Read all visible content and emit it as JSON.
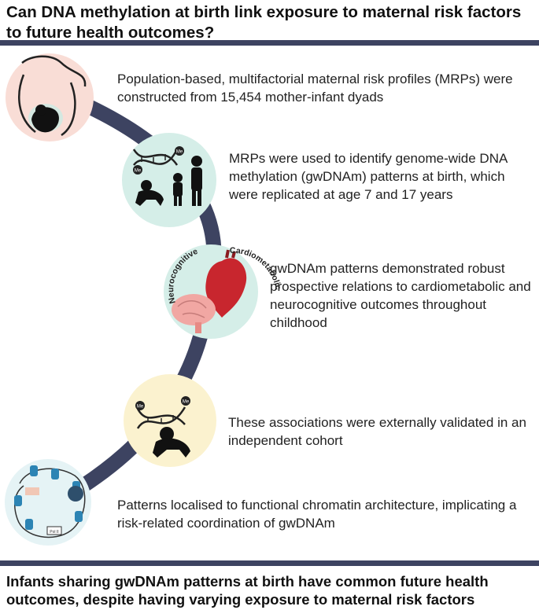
{
  "title": "Can DNA methylation at birth link exposure to maternal risk factors to future health outcomes?",
  "steps": [
    {
      "text": "Population-based, multifactorial maternal risk profiles (MRPs) were constructed from 15,454 mother-infant dyads",
      "icon": "pregnant-mother-icon"
    },
    {
      "text": "MRPs were used to identify genome-wide DNA methylation (gwDNAm) patterns at birth, which were replicated at age 7 and 17 years",
      "icon": "dna-family-icon"
    },
    {
      "text": "gwDNAm patterns demonstrated robust prospective relations to cardiometabolic and neurocognitive outcomes throughout childhood",
      "icon": "brain-heart-icon"
    },
    {
      "text": "These associations were externally validated in an independent cohort",
      "icon": "dna-baby-icon"
    },
    {
      "text": "Patterns localised to functional chromatin architecture, implicating a risk-related coordination of gwDNAm",
      "icon": "chromatin-icon"
    }
  ],
  "circle_labels": {
    "neuro": "Neurocognitive",
    "cardio": "Cardiometabolic",
    "me": "Me",
    "pol": "Pol II"
  },
  "footer": "Infants sharing gwDNAm patterns at birth have common future health outcomes, despite having varying exposure to maternal risk factors",
  "colors": {
    "bar": "#3d4361",
    "circle1": "#f9ddd6",
    "circle2": "#d5eee8",
    "circle3": "#d5eee8",
    "circle4": "#fbf2cf",
    "circle5": "#e5f3f5",
    "arc": "#3d4361"
  }
}
